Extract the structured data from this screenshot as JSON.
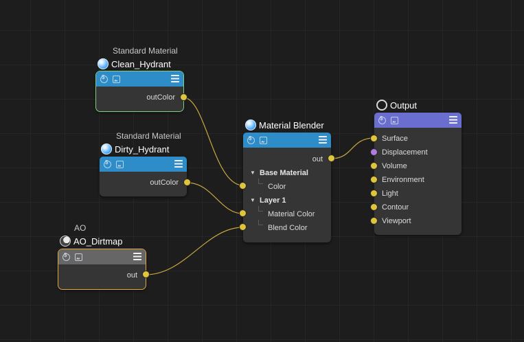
{
  "colors": {
    "background": "#1d1d1d",
    "wire": "#c9a640",
    "port": "#e0c43c",
    "port_shader": "#b07ce0",
    "header_blue": "#2e8cc8",
    "header_gray": "#666666",
    "header_purple": "#6a6fcf",
    "select_green": "#7fd07f",
    "select_orange": "#e8a54a"
  },
  "nodes": {
    "clean": {
      "type_label": "Standard Material",
      "name": "Clean_Hydrant",
      "icon": "material-sphere-icon",
      "outputs": [
        "outColor"
      ]
    },
    "dirty": {
      "type_label": "Standard Material",
      "name": "Dirty_Hydrant",
      "icon": "material-sphere-icon",
      "outputs": [
        "outColor"
      ]
    },
    "ao": {
      "type_label": "AO",
      "name": "AO_Dirtmap",
      "icon": "ao-icon",
      "outputs": [
        "out"
      ]
    },
    "blender": {
      "name": "Material Blender",
      "icon": "material-sphere-icon",
      "output": "out",
      "group1": "Base Material",
      "group1_input": "Color",
      "group2": "Layer 1",
      "group2_inputs": [
        "Material Color",
        "Blend Color"
      ]
    },
    "output": {
      "name": "Output",
      "icon": "output-icon",
      "inputs": [
        "Surface",
        "Displacement",
        "Volume",
        "Environment",
        "Light",
        "Contour",
        "Viewport"
      ]
    }
  }
}
